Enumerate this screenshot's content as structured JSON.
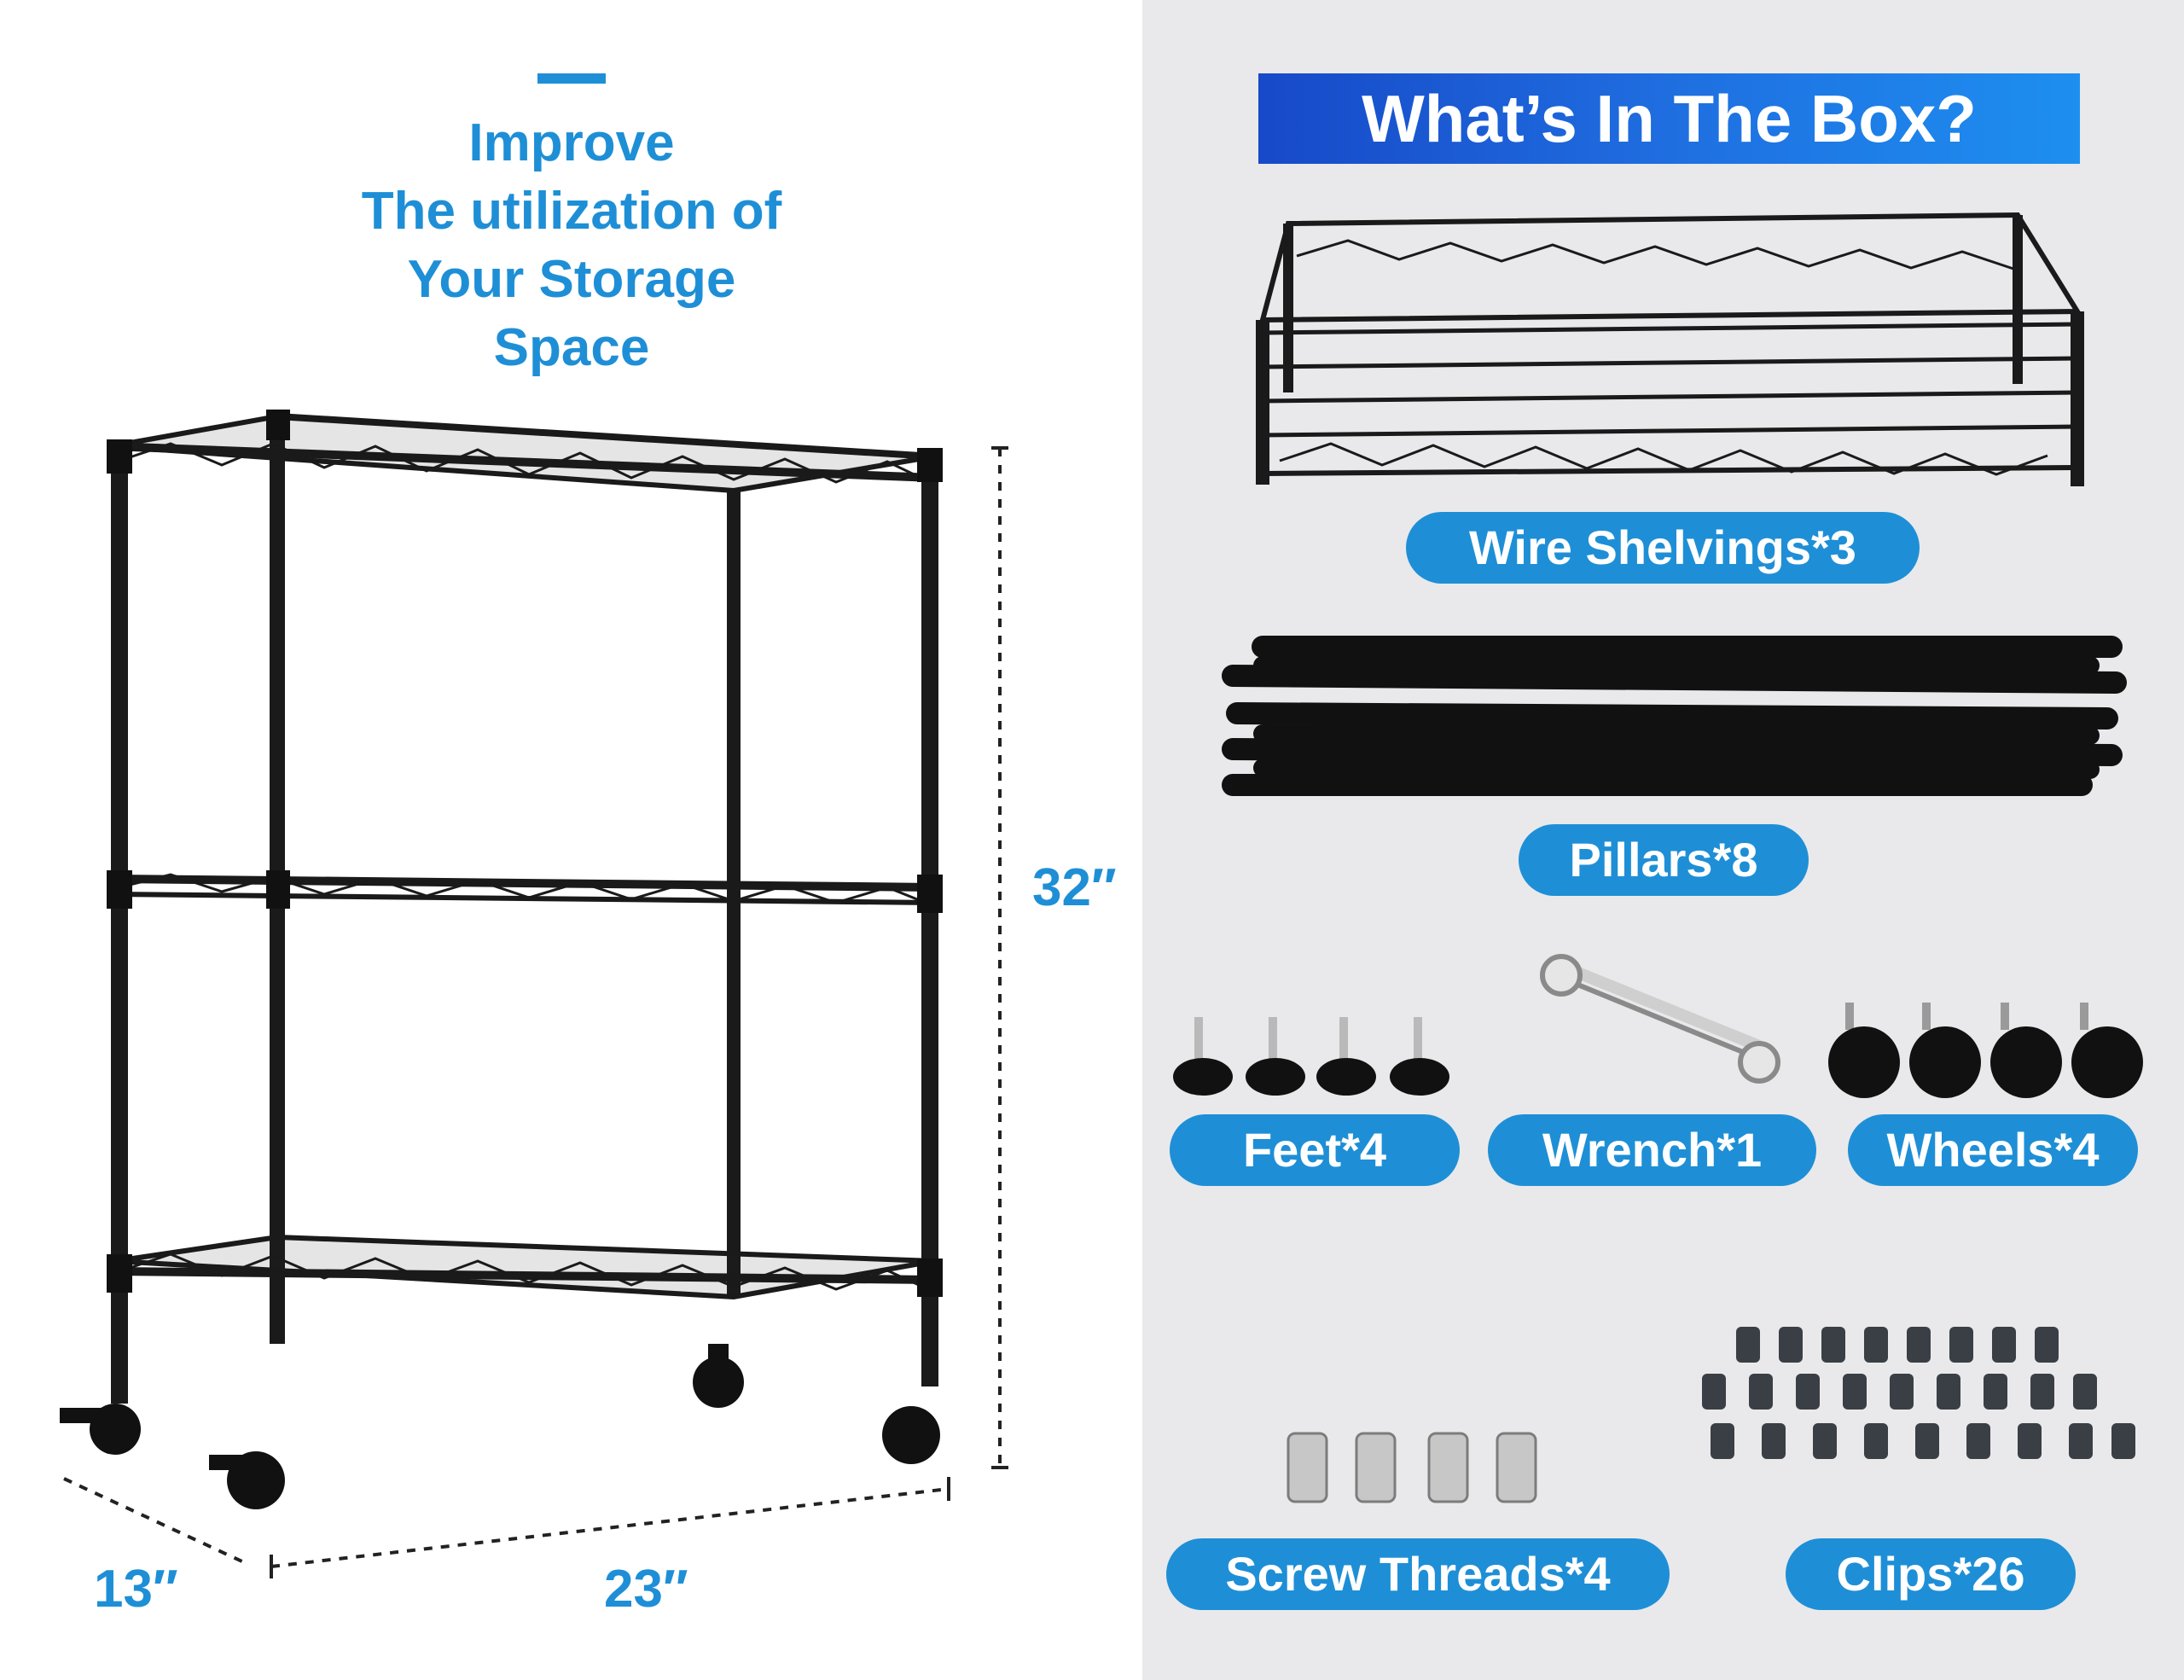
{
  "headline": {
    "lines": [
      "Improve",
      "The utilization of",
      "Your Storage",
      "Space"
    ],
    "accent_color": "#1e8fd6"
  },
  "dimensions": {
    "height": "32″",
    "width": "23″",
    "depth": "13″"
  },
  "box": {
    "title": "What’s In The Box?",
    "items": [
      {
        "label": "Wire Shelvings*3",
        "icon": "wire-shelf-stack"
      },
      {
        "label": "Pillars*8",
        "icon": "pillar-bundle"
      },
      {
        "label": "Feet*4",
        "icon": "leveling-foot"
      },
      {
        "label": "Wrench*1",
        "icon": "wrench"
      },
      {
        "label": "Wheels*4",
        "icon": "caster-wheel"
      },
      {
        "label": "Screw Threads*4",
        "icon": "screw-thread"
      },
      {
        "label": "Clips*26",
        "icon": "shelf-clip"
      }
    ]
  },
  "colors": {
    "accent": "#1e8fd6",
    "title_gradient_start": "#1749c8",
    "title_gradient_end": "#1d8ff0",
    "right_panel_bg": "#e9e9eb"
  }
}
